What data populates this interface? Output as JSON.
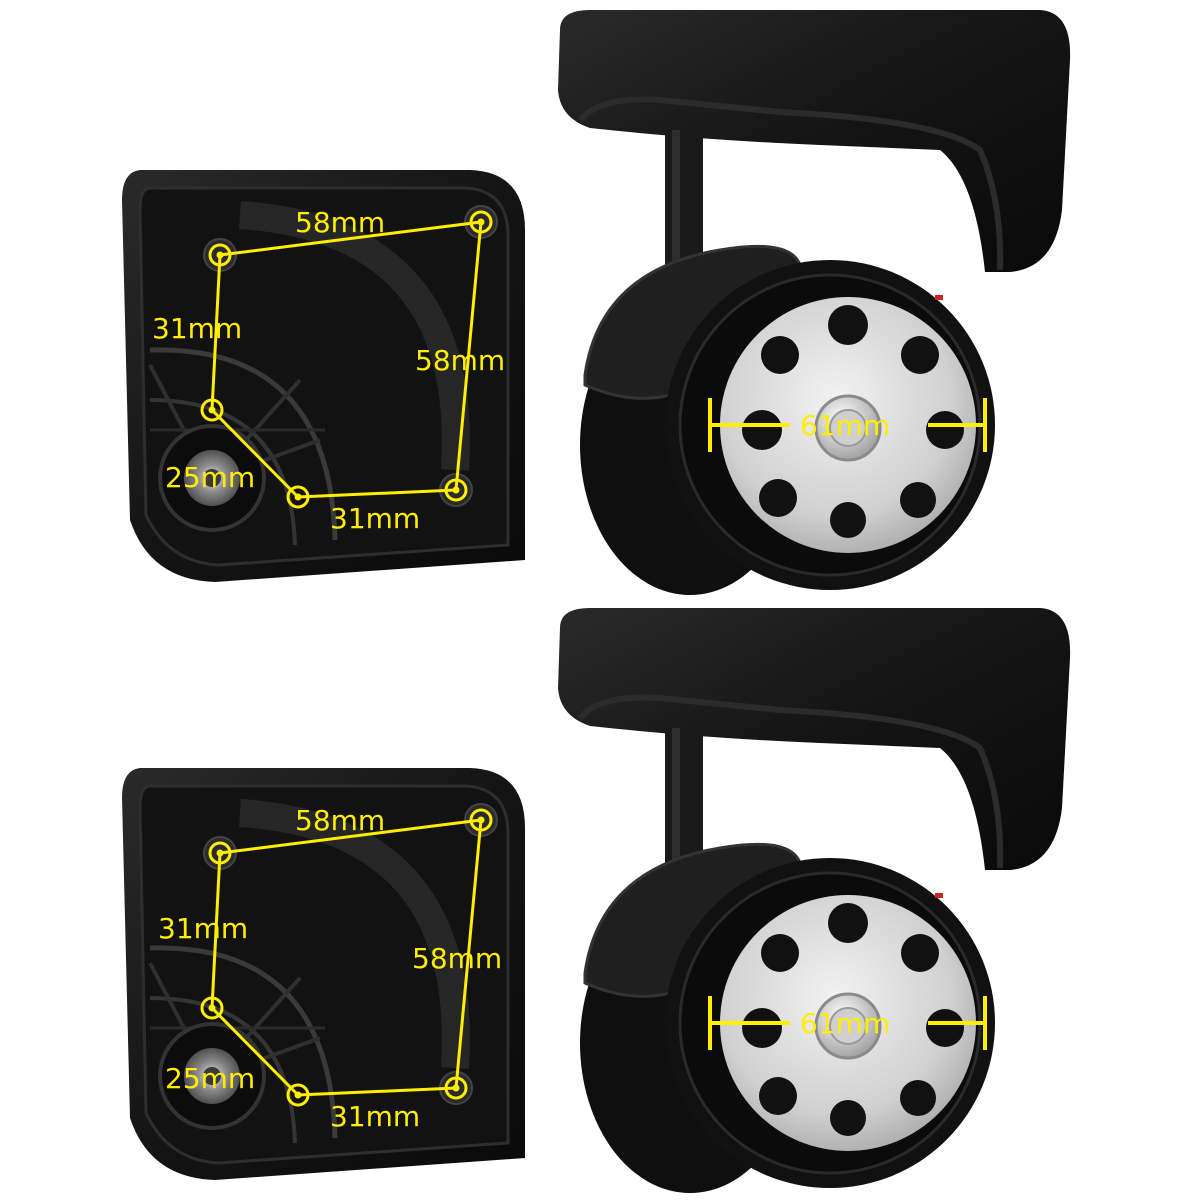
{
  "colors": {
    "background": "#ffffff",
    "plastic": "#111111",
    "plastic_mid": "#1c1c1c",
    "plastic_edge": "#2c2c2c",
    "hub": "#d8d8d8",
    "hub_dark": "#9a9a9a",
    "annotation": "#ffee00"
  },
  "units": [
    {
      "plate_labels": {
        "top_width": "58mm",
        "left_upper": "31mm",
        "right_height": "58mm",
        "bottom": "31mm",
        "axle": "25mm"
      },
      "wheel_label": "61mm"
    },
    {
      "plate_labels": {
        "top_width": "58mm",
        "left_upper": "31mm",
        "right_height": "58mm",
        "bottom": "31mm",
        "axle": "25mm"
      },
      "wheel_label": "61mm"
    }
  ]
}
